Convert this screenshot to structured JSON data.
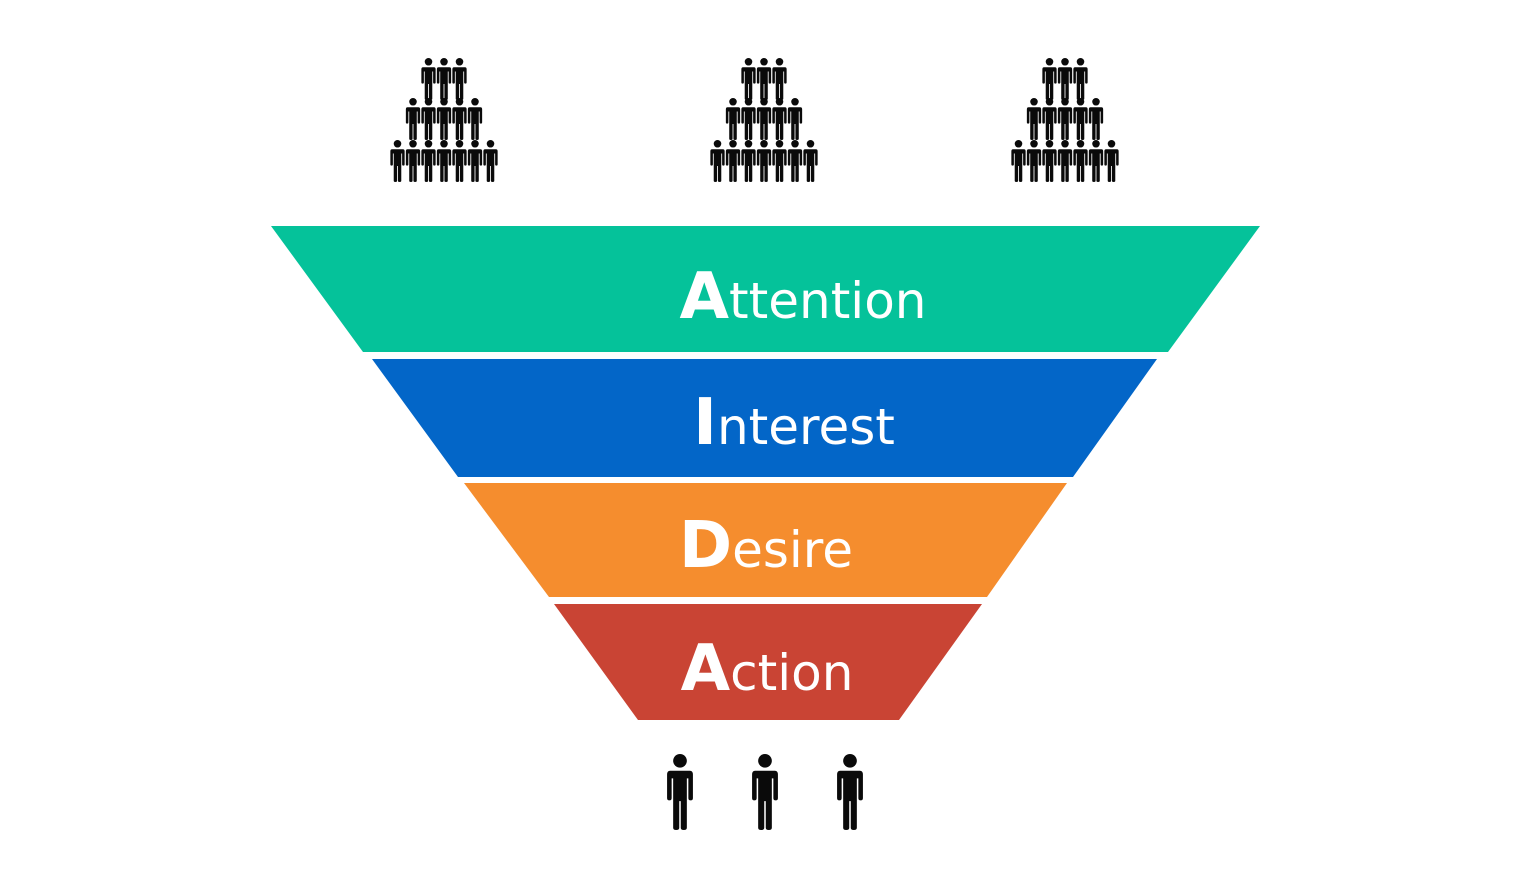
{
  "funnel": {
    "stages": [
      {
        "initial": "A",
        "rest": "ttention",
        "color": "#05c29a"
      },
      {
        "initial": "I",
        "rest": "nterest",
        "color": "#0366c8"
      },
      {
        "initial": "D",
        "rest": "esire",
        "color": "#f58d2e"
      },
      {
        "initial": "A",
        "rest": "ction",
        "color": "#c94434"
      }
    ]
  },
  "crowds": {
    "top_groups": [
      {
        "icon": "crowd-pyramid-icon",
        "rows": [
          3,
          5,
          7
        ]
      },
      {
        "icon": "crowd-pyramid-icon",
        "rows": [
          3,
          5,
          7
        ]
      },
      {
        "icon": "crowd-pyramid-icon",
        "rows": [
          3,
          5,
          7
        ]
      }
    ],
    "bottom_people": {
      "icon": "person-icon",
      "count": 3
    }
  },
  "colors": {
    "icon": "#0a0a0a",
    "background": "#ffffff",
    "text": "#ffffff"
  }
}
